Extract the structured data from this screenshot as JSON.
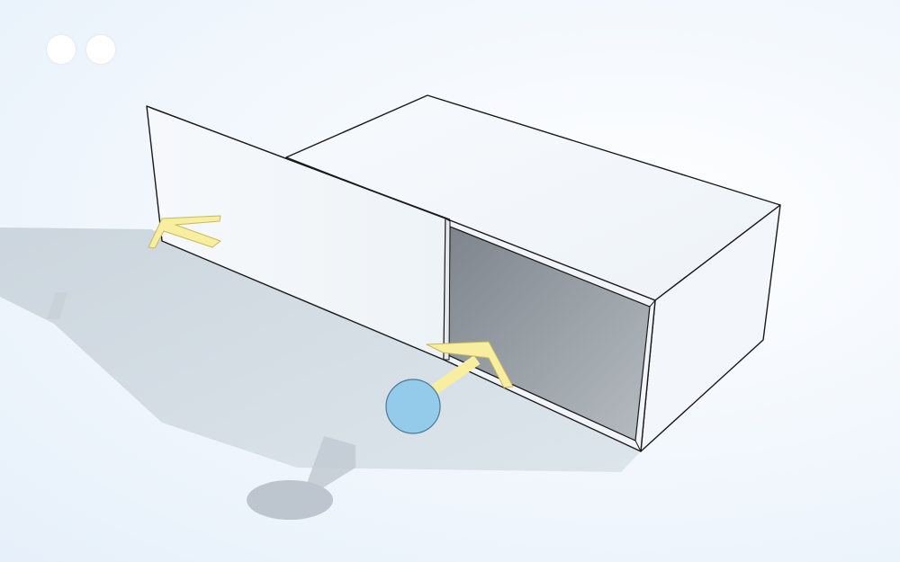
{
  "scene": {
    "type": "3d-box-sliding-panel-puzzle",
    "colors": {
      "background": "#edf4fb",
      "box_face": "#f4f8fb",
      "box_edge": "#1a1a1a",
      "opening_interior": "#8f979e",
      "arrow_fill": "#f7ee9f",
      "arrow_stroke": "#c9b860",
      "ball_fill": "#94cbea",
      "ball_stroke": "#4a7a95",
      "shadow": "#b9c4cc"
    },
    "indicators": {
      "dots_count": 2,
      "icon": "circle-dot-icon"
    },
    "elements": {
      "sliding_panel": "sliding-panel",
      "box": "box-body",
      "ball": "player-ball",
      "arrow_left": "slide-left-arrow",
      "arrow_right": "slide-right-arrow"
    }
  }
}
